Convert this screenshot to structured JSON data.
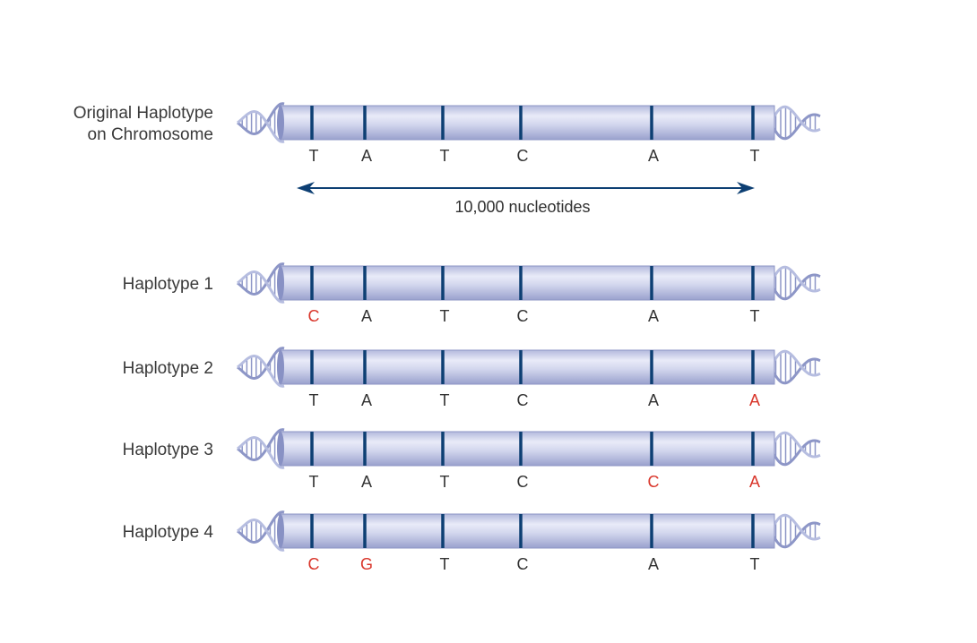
{
  "colors": {
    "normal_base": "#333333",
    "mutated_base": "#d9362b",
    "marker": "#0d3f73",
    "arrow": "#0d3f73",
    "tube_light": "#e6e8f6",
    "tube_dark": "#a4abd3",
    "helix": "#8d96c7"
  },
  "rows": [
    {
      "label_lines": [
        "Original Haplotype",
        "on Chromosome"
      ],
      "bases": [
        {
          "letter": "T",
          "changed": false
        },
        {
          "letter": "A",
          "changed": false
        },
        {
          "letter": "T",
          "changed": false
        },
        {
          "letter": "C",
          "changed": false
        },
        {
          "letter": "A",
          "changed": false
        },
        {
          "letter": "T",
          "changed": false
        }
      ]
    },
    {
      "label_lines": [
        "Haplotype 1"
      ],
      "bases": [
        {
          "letter": "C",
          "changed": true
        },
        {
          "letter": "A",
          "changed": false
        },
        {
          "letter": "T",
          "changed": false
        },
        {
          "letter": "C",
          "changed": false
        },
        {
          "letter": "A",
          "changed": false
        },
        {
          "letter": "T",
          "changed": false
        }
      ]
    },
    {
      "label_lines": [
        "Haplotype 2"
      ],
      "bases": [
        {
          "letter": "T",
          "changed": false
        },
        {
          "letter": "A",
          "changed": false
        },
        {
          "letter": "T",
          "changed": false
        },
        {
          "letter": "C",
          "changed": false
        },
        {
          "letter": "A",
          "changed": false
        },
        {
          "letter": "A",
          "changed": true
        }
      ]
    },
    {
      "label_lines": [
        "Haplotype 3"
      ],
      "bases": [
        {
          "letter": "T",
          "changed": false
        },
        {
          "letter": "A",
          "changed": false
        },
        {
          "letter": "T",
          "changed": false
        },
        {
          "letter": "C",
          "changed": false
        },
        {
          "letter": "C",
          "changed": true
        },
        {
          "letter": "A",
          "changed": true
        }
      ]
    },
    {
      "label_lines": [
        "Haplotype 4"
      ],
      "bases": [
        {
          "letter": "C",
          "changed": true
        },
        {
          "letter": "G",
          "changed": true
        },
        {
          "letter": "T",
          "changed": false
        },
        {
          "letter": "C",
          "changed": false
        },
        {
          "letter": "A",
          "changed": false
        },
        {
          "letter": "T",
          "changed": false
        }
      ]
    }
  ],
  "span": {
    "label": "10,000 nucleotides"
  }
}
